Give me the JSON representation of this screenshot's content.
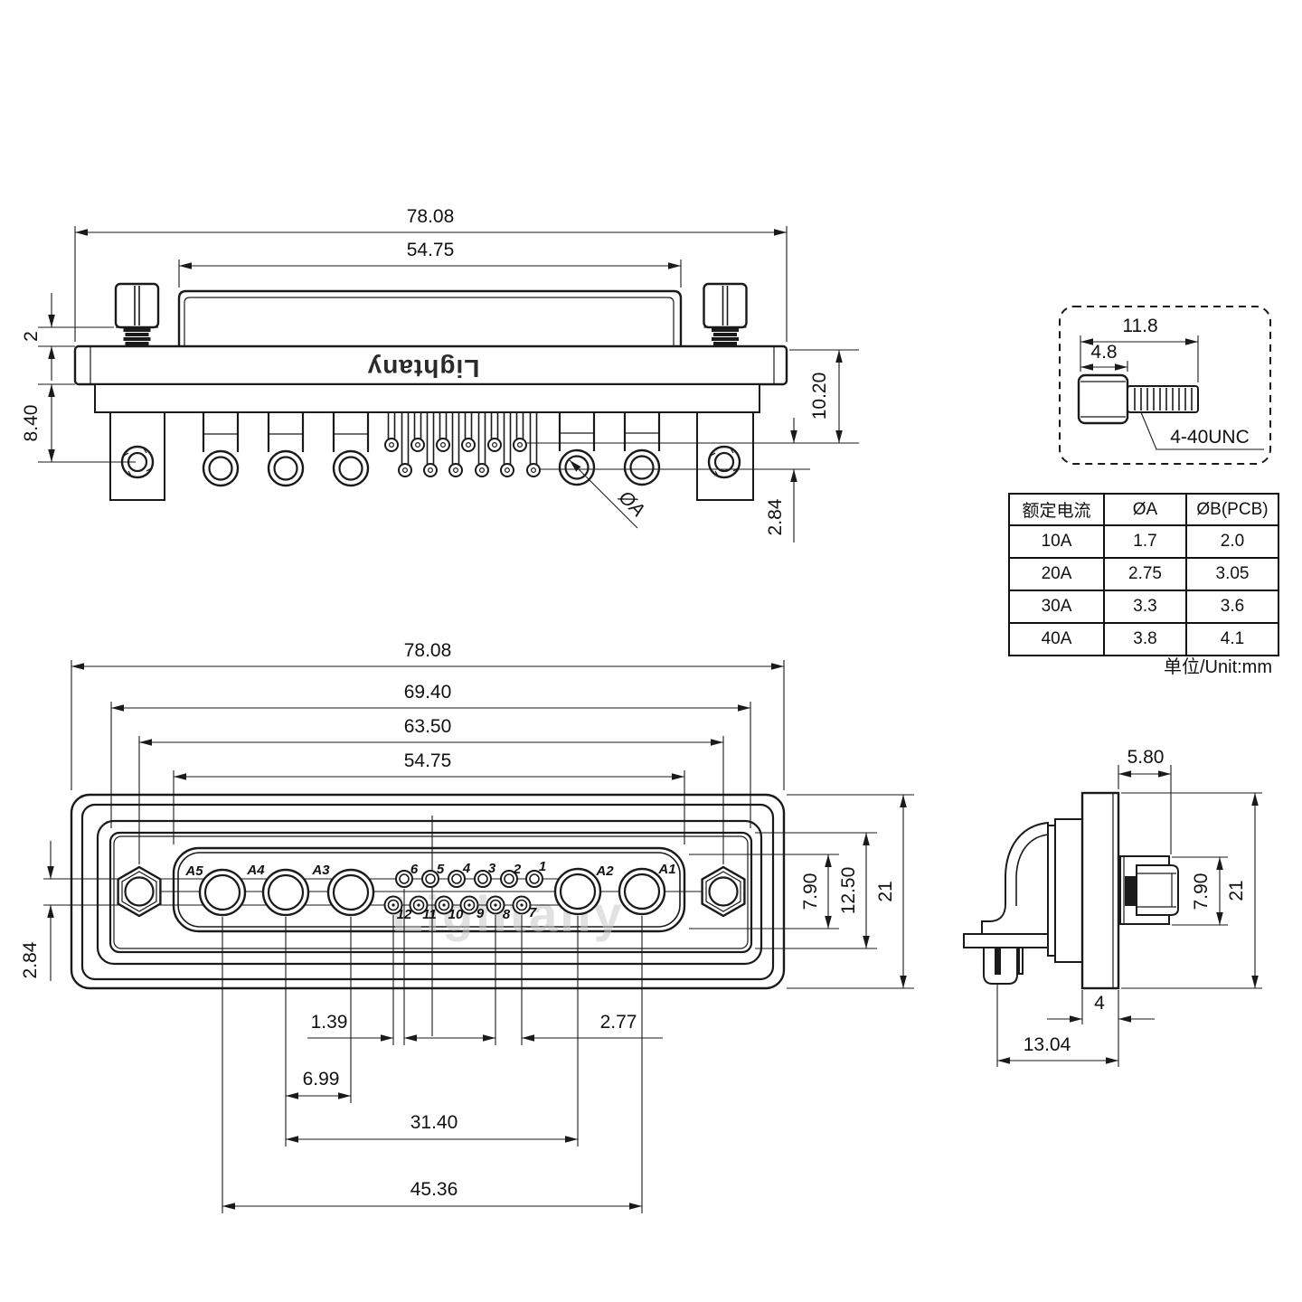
{
  "rear_view": {
    "brand": "Lightany",
    "dim_overall_width": "78.08",
    "dim_shroud_width": "54.75",
    "dim_screw_standoff": "2",
    "dim_bracket_height": "8.40",
    "dim_body_height": "10.20",
    "dim_pad_row_offset": "2.84",
    "hole_diameter_label": "ØA"
  },
  "screw_detail": {
    "dim_total_length": "11.8",
    "dim_head_length": "4.8",
    "thread_label": "4-40UNC"
  },
  "spec_table": {
    "headers": [
      "额定电流",
      "ØA",
      "ØB(PCB)"
    ],
    "rows": [
      [
        "10A",
        "1.7",
        "2.0"
      ],
      [
        "20A",
        "2.75",
        "3.05"
      ],
      [
        "30A",
        "3.3",
        "3.6"
      ],
      [
        "40A",
        "3.8",
        "4.1"
      ]
    ],
    "unit_note": "单位/Unit:mm"
  },
  "front_view": {
    "watermark": "Lightany",
    "dim_overall_width": "78.08",
    "dim_panel_width": "69.40",
    "dim_nut_spacing": "63.50",
    "dim_cutout_width": "54.75",
    "dim_cutout_height": "7.90",
    "dim_panel_height": "12.50",
    "dim_overall_height": "21",
    "dim_pin_row_spacing": "2.84",
    "dim_pin_stagger": "1.39",
    "dim_contact_pitch": "6.99",
    "dim_contact_span": "31.40",
    "dim_power_span": "45.36",
    "dim_pin_pitch": "2.77",
    "power_contacts": [
      "A5",
      "A4",
      "A3",
      "A2",
      "A1"
    ],
    "pins_top_row": [
      "6",
      "5",
      "4",
      "3",
      "2",
      "1"
    ],
    "pins_bottom_row": [
      "12",
      "11",
      "10",
      "9",
      "8",
      "7"
    ]
  },
  "side_view": {
    "dim_shroud_depth": "5.80",
    "dim_cutout_height": "7.90",
    "dim_overall_height": "21",
    "dim_flange_thickness": "4",
    "dim_mount_depth": "13.04"
  }
}
